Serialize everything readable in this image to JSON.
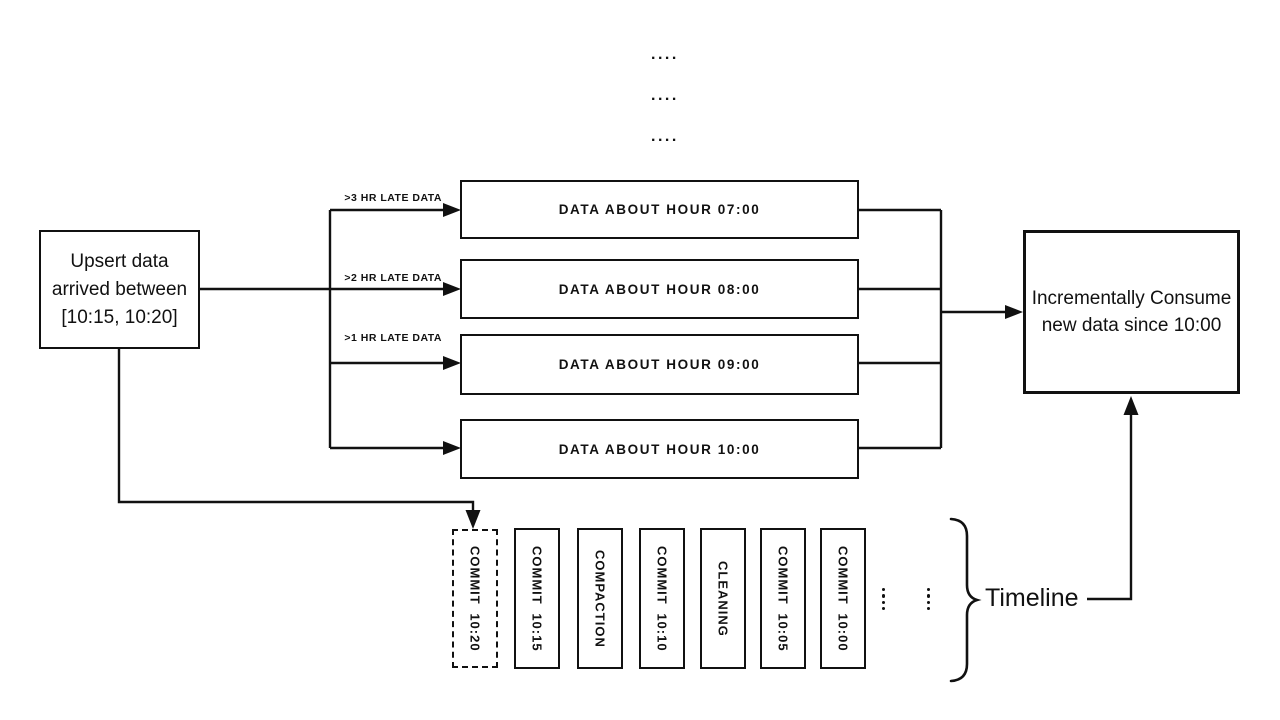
{
  "diagram": {
    "colors": {
      "ink": "#111111",
      "background": "#ffffff"
    },
    "top_ellipsis_rows": [
      "....",
      "....",
      "...."
    ],
    "source_box": {
      "line1": "Upsert data",
      "line2": "arrived between",
      "line3": "[10:15, 10:20]"
    },
    "branch_labels": [
      ">3 HR LATE DATA",
      ">2 HR LATE DATA",
      ">1 HR LATE DATA"
    ],
    "partitions": [
      {
        "label": "DATA ABOUT HOUR 07:00"
      },
      {
        "label": "DATA ABOUT HOUR 08:00"
      },
      {
        "label": "DATA ABOUT HOUR 09:00"
      },
      {
        "label": "DATA ABOUT HOUR 10:00"
      }
    ],
    "consumer_box": {
      "line1": "Incrementally Consume",
      "line2": "new data since 10:00"
    },
    "timeline": {
      "label": "Timeline",
      "instants": [
        {
          "label": "COMMIT 10:20",
          "style": "dashed"
        },
        {
          "label": "COMMIT 10:15",
          "style": "solid"
        },
        {
          "label": "COMPACTION",
          "style": "solid"
        },
        {
          "label": "COMMIT 10:10",
          "style": "solid"
        },
        {
          "label": "CLEANING",
          "style": "solid"
        },
        {
          "label": "COMMIT 10:05",
          "style": "solid"
        },
        {
          "label": "COMMIT 10:00",
          "style": "solid"
        }
      ]
    },
    "icons": {
      "vertical_ellipsis_left": "vertical-ellipsis",
      "vertical_ellipsis_right": "vertical-ellipsis",
      "timeline_brace": "right-curly-brace"
    }
  }
}
